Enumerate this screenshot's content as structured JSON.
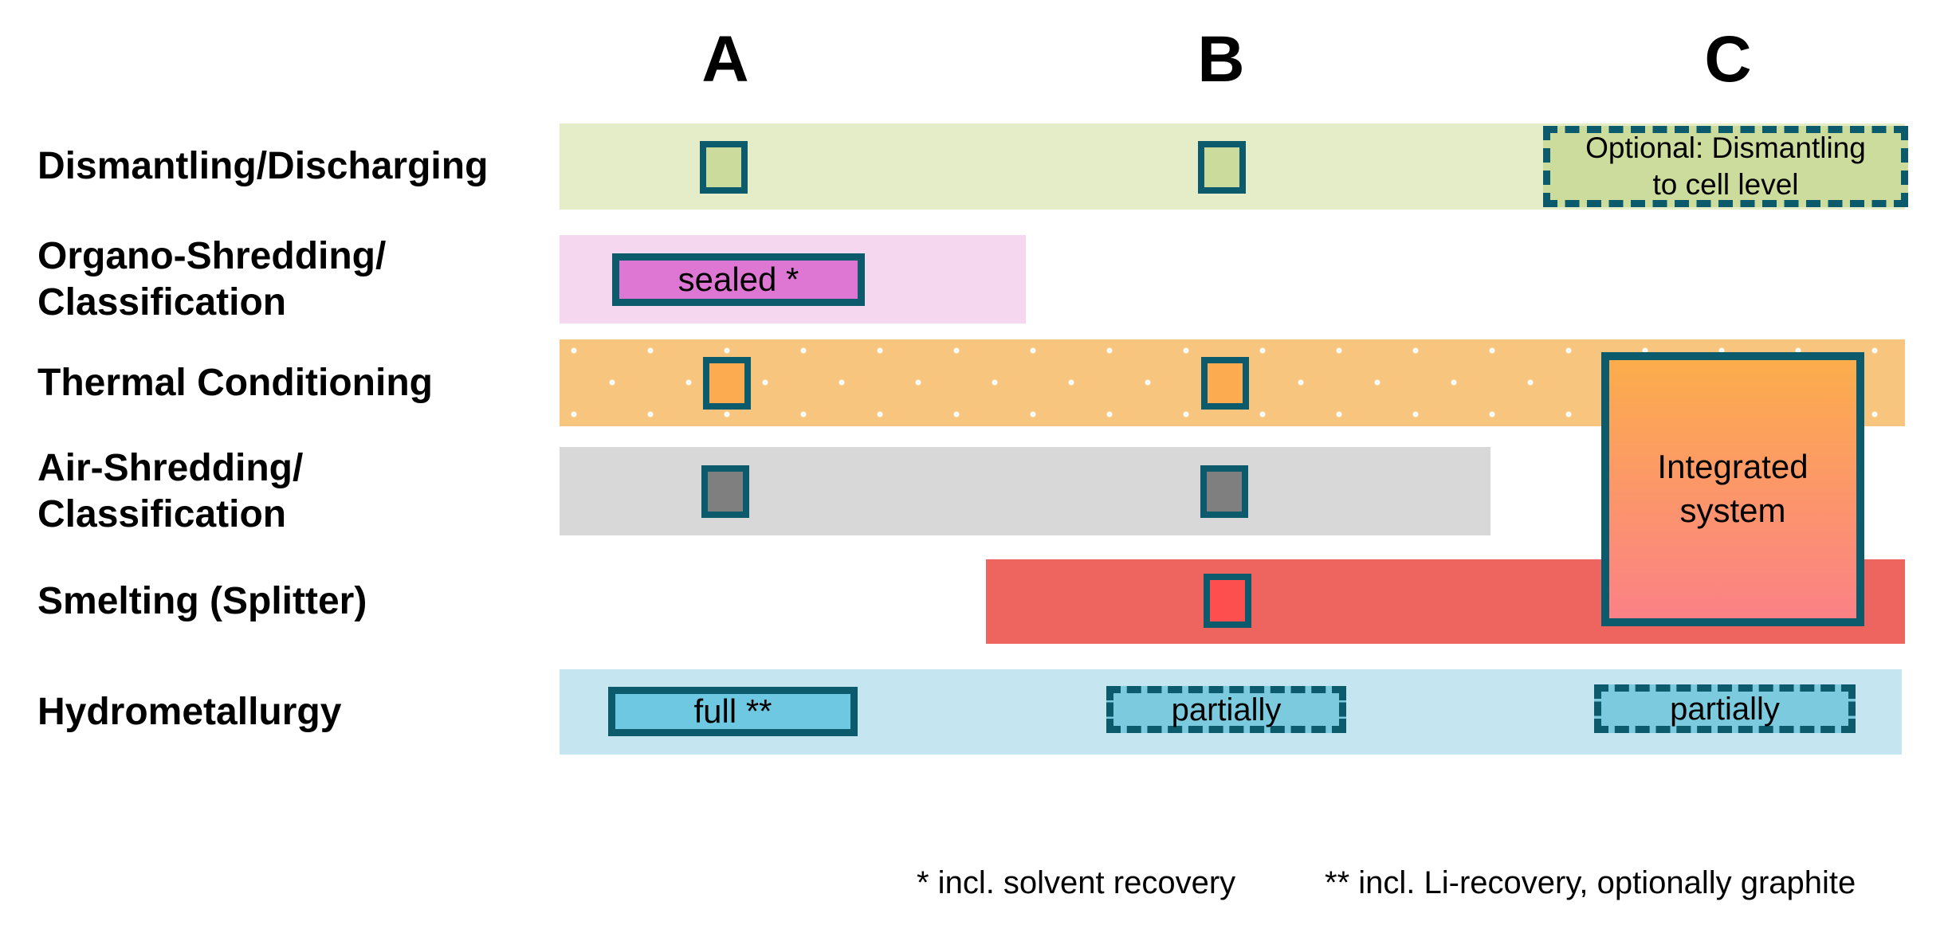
{
  "columns": {
    "a": "A",
    "b": "B",
    "c": "C"
  },
  "rows": {
    "dismantling": {
      "label": "Dismantling/Discharging"
    },
    "organo": {
      "label_line1": "Organo-Shredding/",
      "label_line2": "Classification"
    },
    "thermal": {
      "label": "Thermal Conditioning"
    },
    "air": {
      "label_line1": "Air-Shredding/",
      "label_line2": "Classification"
    },
    "smelting": {
      "label": "Smelting (Splitter)"
    },
    "hydro": {
      "label": "Hydrometallurgy"
    }
  },
  "boxes": {
    "sealed": {
      "label": "sealed *",
      "border": "solid",
      "row": "organo",
      "column": "A"
    },
    "optional": {
      "line1": "Optional: Dismantling",
      "line2": "to cell level",
      "border": "dashed",
      "row": "dismantling",
      "column": "C"
    },
    "integrated": {
      "line1": "Integrated",
      "line2": "system",
      "border": "solid",
      "column": "C",
      "spans_rows": [
        "thermal",
        "air",
        "smelting"
      ]
    },
    "full": {
      "label": "full **",
      "border": "solid",
      "row": "hydro",
      "column": "A"
    },
    "partially_b": {
      "label": "partially",
      "border": "dashed",
      "row": "hydro",
      "column": "B"
    },
    "partially_c": {
      "label": "partially",
      "border": "dashed",
      "row": "hydro",
      "column": "C"
    }
  },
  "markers": {
    "dismantling": [
      "A",
      "B"
    ],
    "thermal": [
      "A",
      "B"
    ],
    "air": [
      "A",
      "B"
    ],
    "smelting": [
      "B"
    ]
  },
  "footnotes": {
    "one": "* incl. solvent recovery",
    "two": "** incl. Li-recovery, optionally graphite"
  },
  "colors": {
    "teal_border": "#0c5b6d",
    "band_dismantling": "#e5edc8",
    "marker_dismantling": "#cbdb9b",
    "optional_box_fill": "#ccdc9c",
    "band_organo": "#f5d8f0",
    "sealed_box_fill": "#dd77d3",
    "band_thermal": "#f7c57e",
    "marker_thermal": "#fcab51",
    "integrated_gradient_top": "#fcad4c",
    "integrated_gradient_bottom": "#fb8186",
    "band_air": "#d8d8d8",
    "marker_air": "#7f7f7f",
    "band_smelting": "#ee645e",
    "marker_smelting": "#fd4f4d",
    "band_hydro": "#c5e6f0",
    "full_box_fill": "#6fc8e1",
    "partially_box_fill": "#7ccade",
    "text": "#000000"
  }
}
